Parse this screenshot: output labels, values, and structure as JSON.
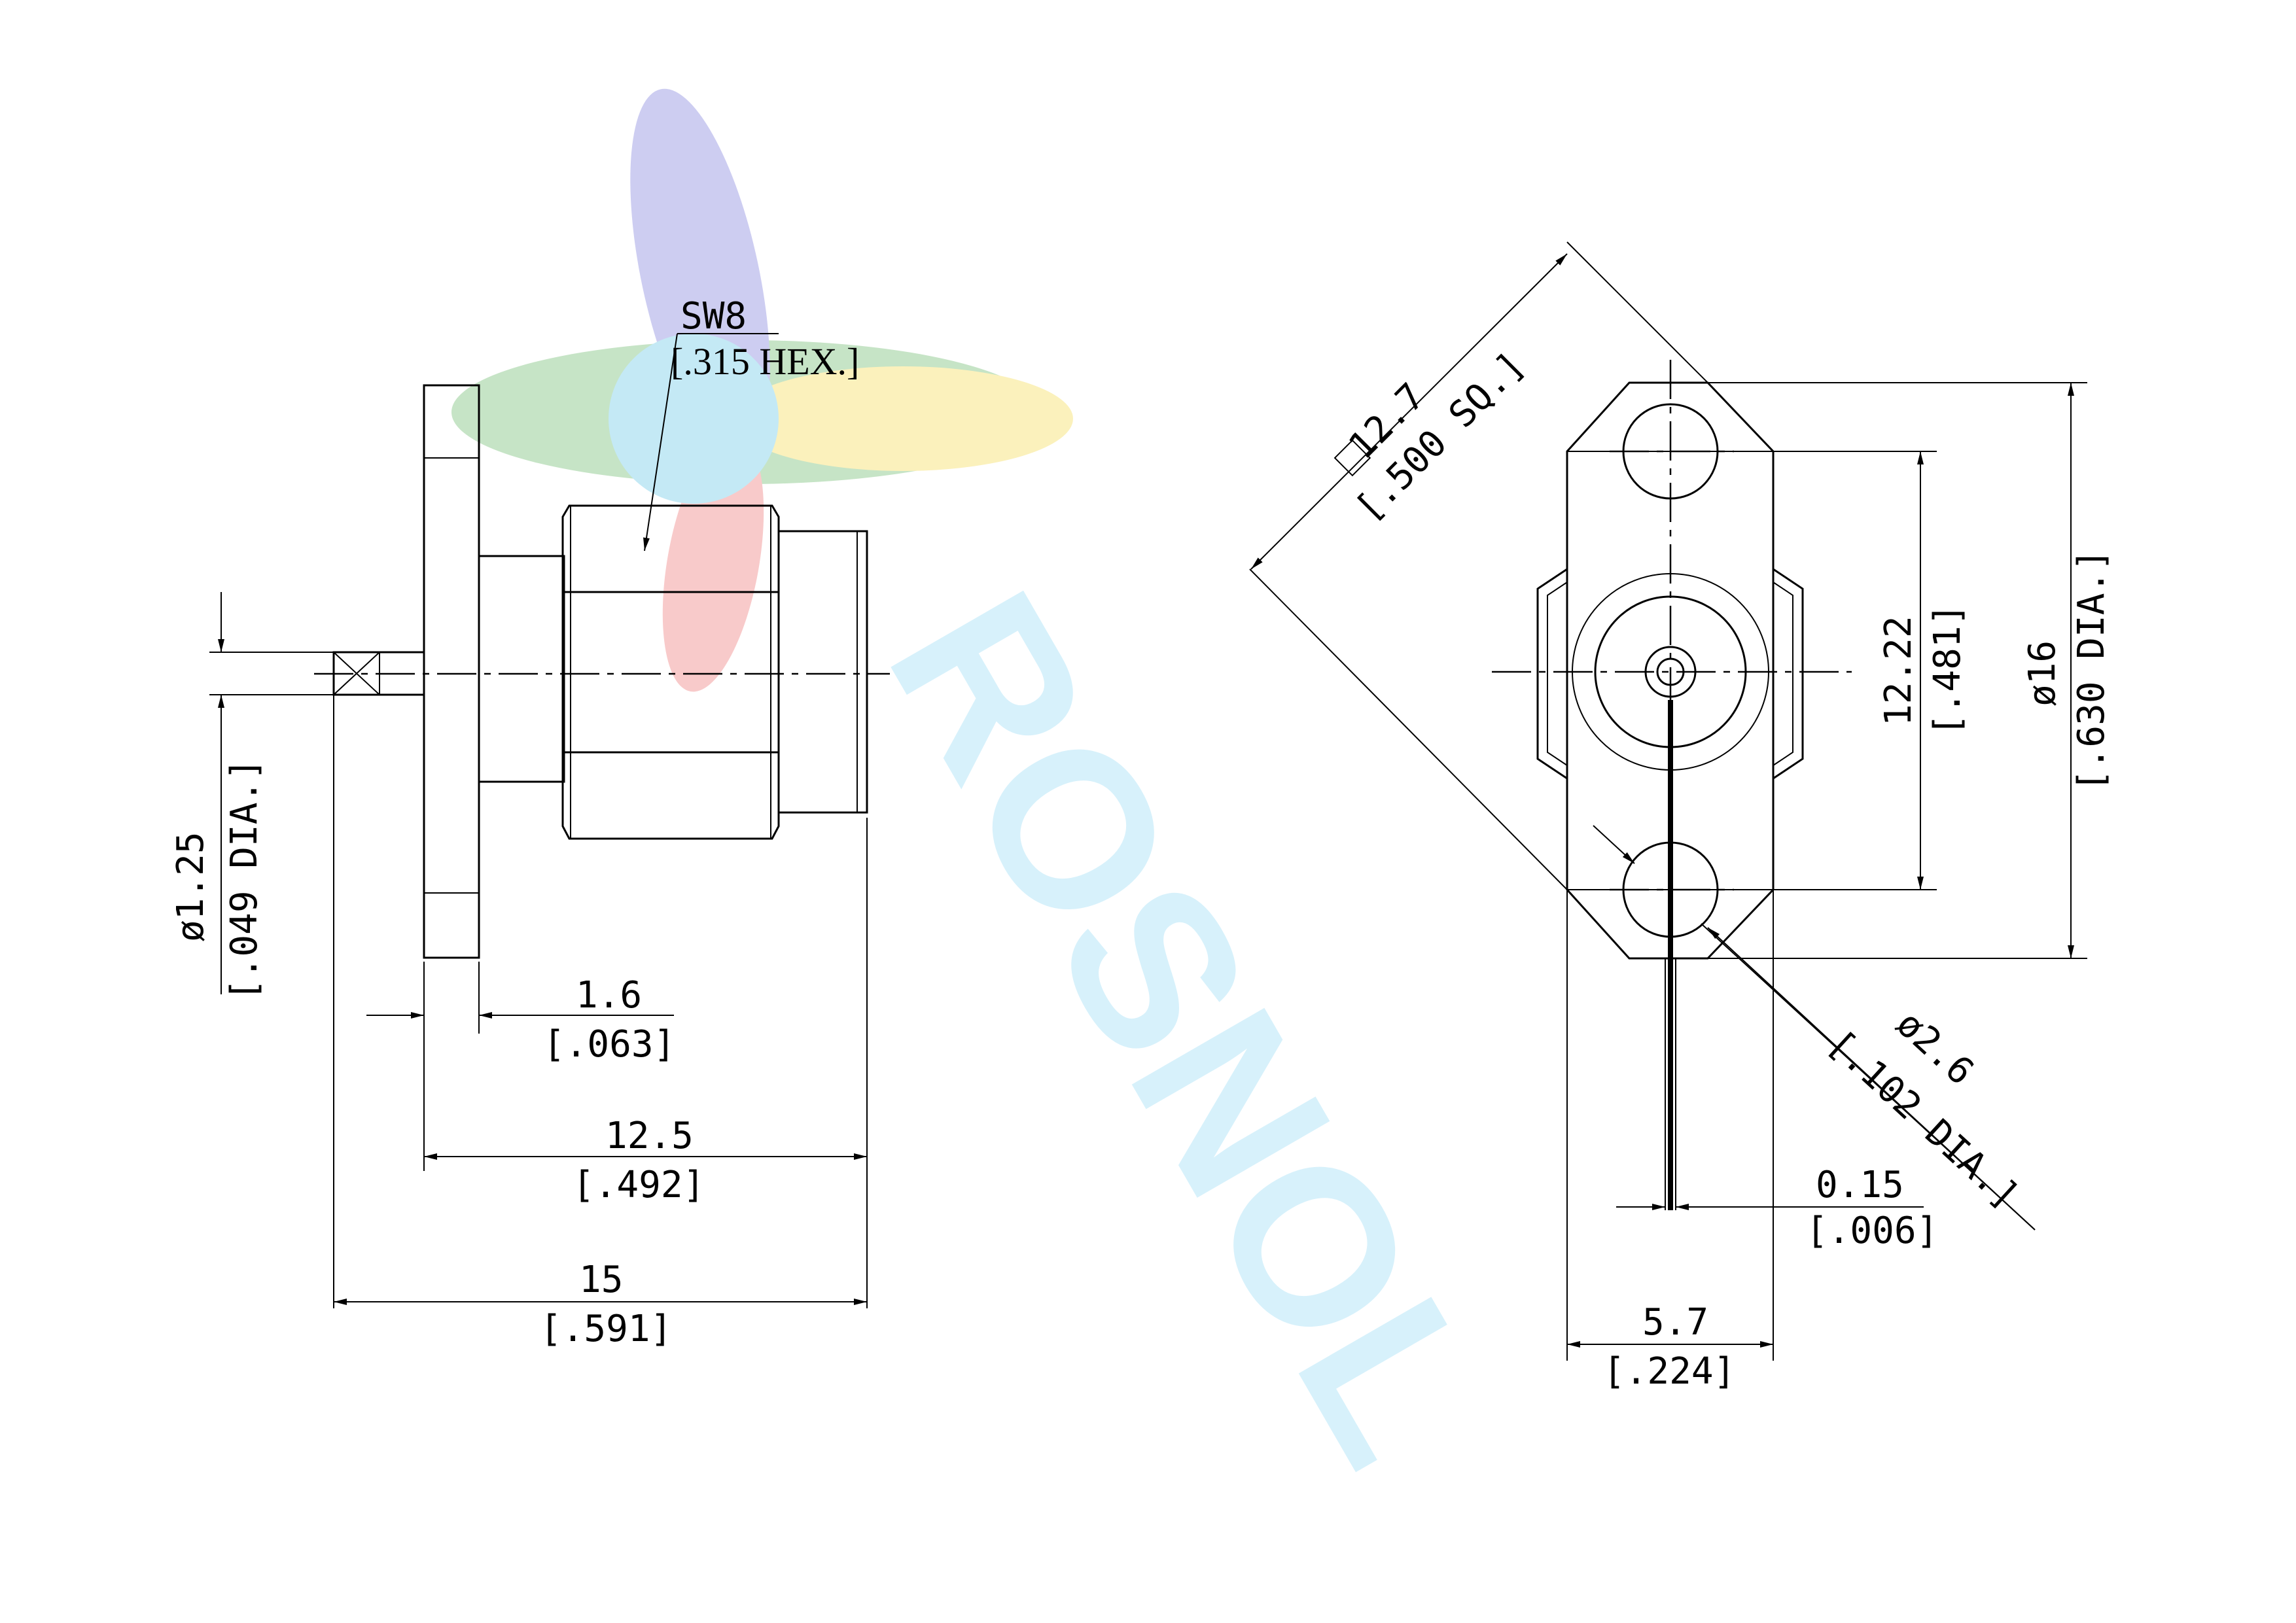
{
  "watermark": {
    "text": "ROSNOL",
    "color": "#d6f1fb"
  },
  "side_view": {
    "hex_label": "SW8",
    "hex_label_inch": "[.315 HEX.]",
    "pin_dia": "ø1.25",
    "pin_dia_inch": "[.049 DIA.]",
    "flange_thickness": "1.6",
    "flange_thickness_inch": "[.063]",
    "body_length": "12.5",
    "body_length_inch": "[.492]",
    "overall_length": "15",
    "overall_length_inch": "[.591]"
  },
  "front_view": {
    "square": "12.7",
    "square_inch": "[.500 SQ.]",
    "hole_spacing": "12.22",
    "hole_spacing_inch": "[.481]",
    "outer_dia": "ø16",
    "outer_dia_inch": "[.630 DIA.]",
    "hole_dia": "ø2.6",
    "hole_dia_inch": "[.102 DIA.]",
    "tab_thickness": "0.15",
    "tab_thickness_inch": "[.006]",
    "flange_width": "5.7",
    "flange_width_inch": "[.224]"
  }
}
